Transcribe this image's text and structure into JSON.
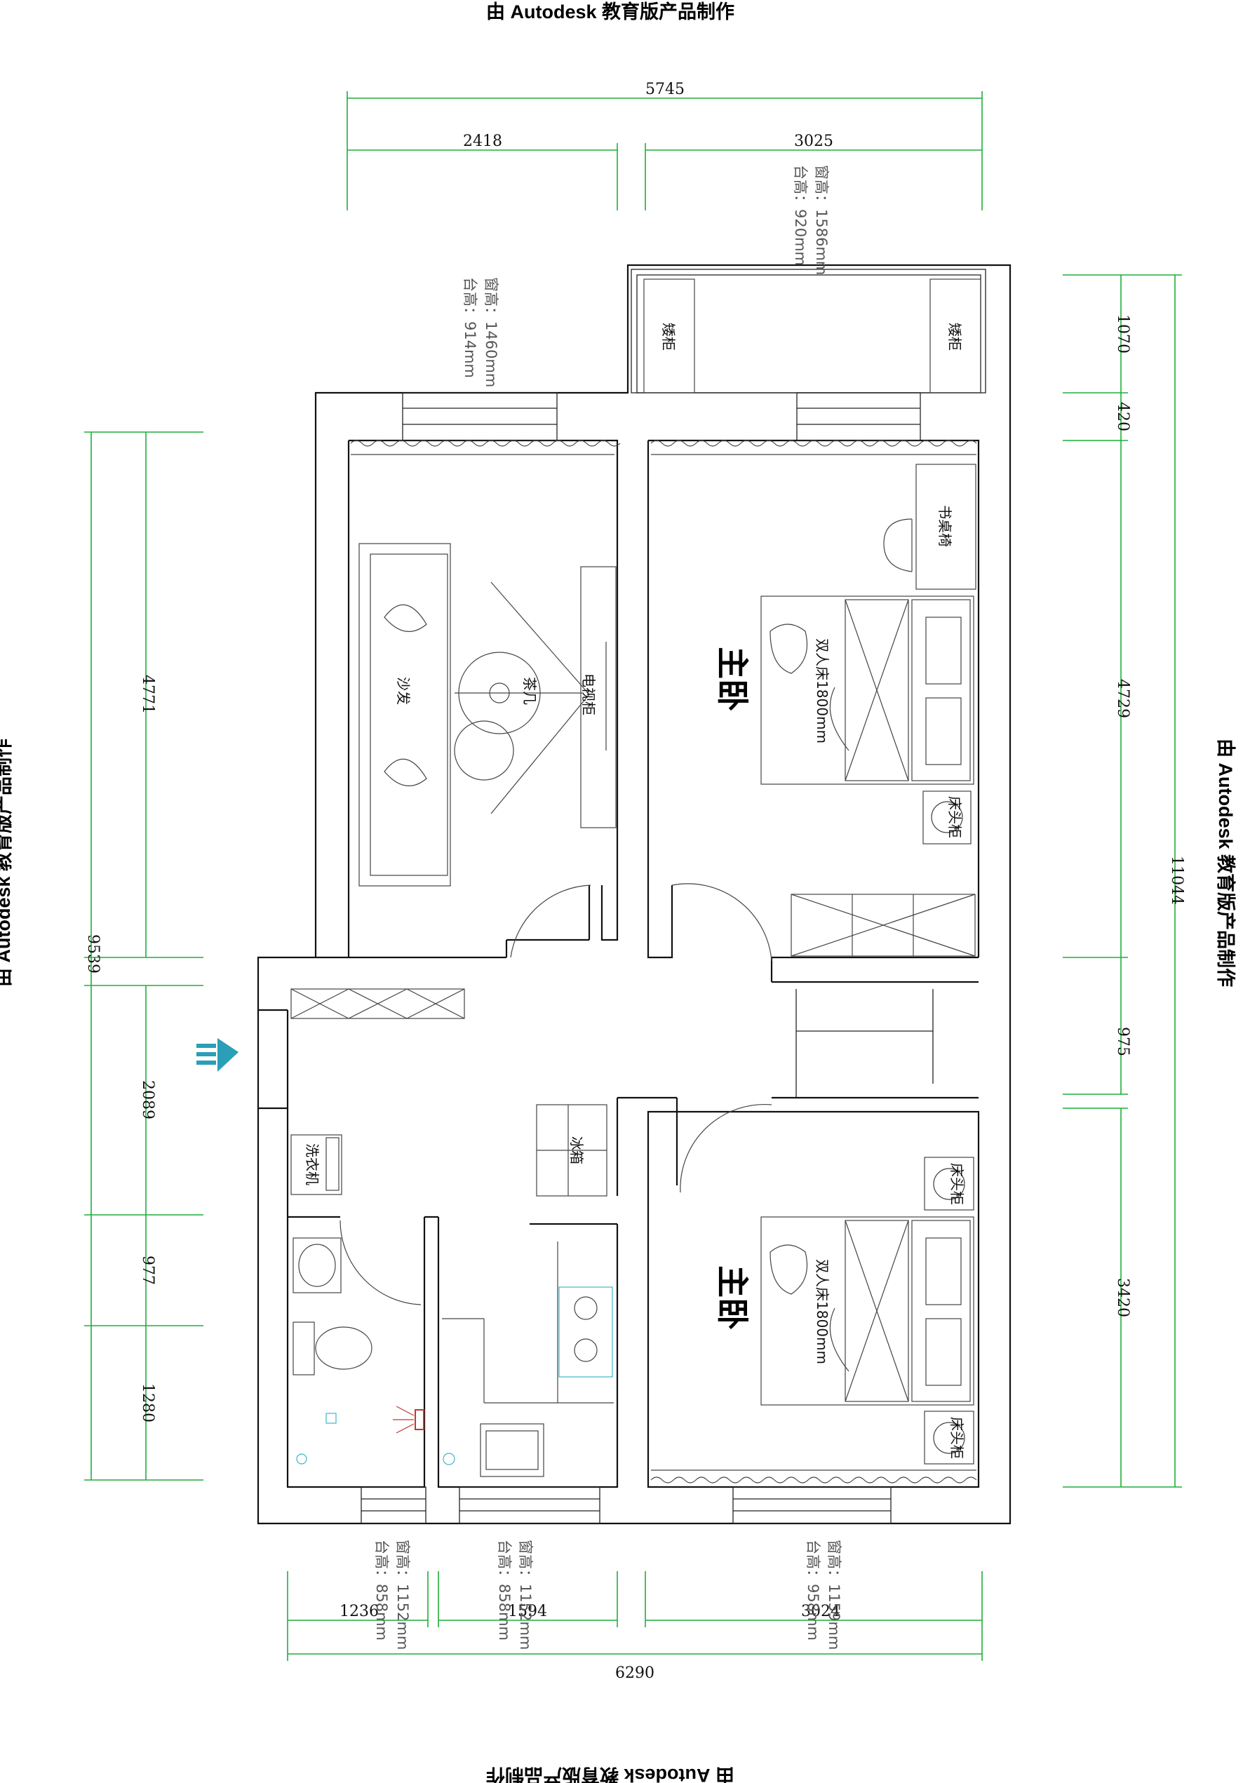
{
  "watermark": "由 Autodesk 教育版产品制作",
  "rooms": {
    "bedroom_top": "主卧",
    "bedroom_bottom": "主卧"
  },
  "furniture": {
    "low_cabinet_left": "矮柜",
    "low_cabinet_right": "矮柜",
    "desk_chair": "书桌椅",
    "double_bed_top": "双人床1800mm",
    "double_bed_bottom": "双人床1800mm",
    "nightstand_top": "床头柜",
    "nightstand_bottom_1": "床头柜",
    "nightstand_bottom_2": "床头柜",
    "sofa": "沙发",
    "coffee_table": "茶几",
    "tv_cabinet": "电视柜",
    "fridge": "冰箱",
    "washing_machine": "洗衣机"
  },
  "window_notes": {
    "top_right_sill": "窗高：1586mm",
    "top_right_counter": "台高：920mm",
    "living_sill": "窗高：1460mm",
    "living_counter": "台高：914mm",
    "bath_sill": "窗高：1152mm",
    "bath_counter": "台高：858mm",
    "kitchen_sill": "窗高：1152mm",
    "kitchen_counter": "台高：858mm",
    "bedroom_sill": "窗高：1159mm",
    "bedroom_counter": "台高：958mm"
  },
  "dimensions": {
    "top_total": "5745",
    "top_left": "2418",
    "top_right": "3025",
    "bottom_total": "6290",
    "bottom_1": "1236",
    "bottom_2": "1594",
    "bottom_3": "3024",
    "left_total": "9539",
    "left_1": "4771",
    "left_2": "2089",
    "left_3": "977",
    "left_4": "1280",
    "right_total": "11044",
    "right_1": "1070",
    "right_2": "420",
    "right_3": "4729",
    "right_4": "975",
    "right_5": "3420"
  },
  "colors": {
    "dimension": "#1fae3a",
    "entrance_arrow": "#2a9fb7",
    "fixture": "#3fb6c8",
    "shower": "#c0392b"
  }
}
